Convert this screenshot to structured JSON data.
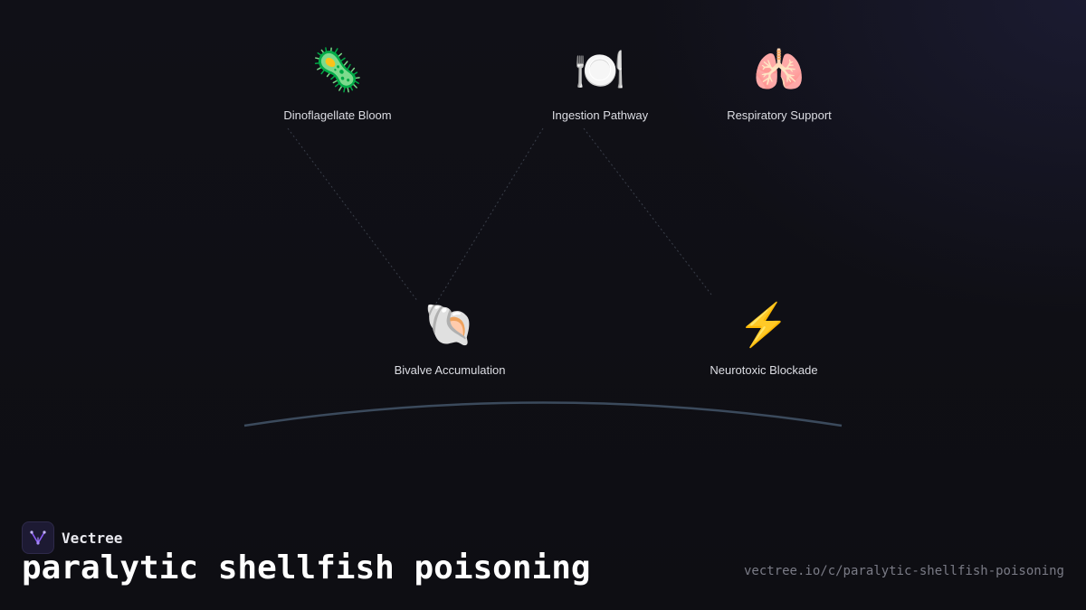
{
  "brand": {
    "name": "Vectree"
  },
  "page": {
    "title": "paralytic shellfish poisoning",
    "url": "vectree.io/c/paralytic-shellfish-poisoning"
  },
  "nodes": [
    {
      "label": "Dinoflagellate Bloom",
      "icon": "microbe-icon",
      "glyph": "🦠"
    },
    {
      "label": "Ingestion Pathway",
      "icon": "plate-fork-knife-icon",
      "glyph": "🍽️"
    },
    {
      "label": "Respiratory Support",
      "icon": "lungs-icon",
      "glyph": "🫁"
    },
    {
      "label": "Bivalve Accumulation",
      "icon": "spiral-shell-icon",
      "glyph": "🐚"
    },
    {
      "label": "Neurotoxic Blockade",
      "icon": "lightning-icon",
      "glyph": "⚡"
    }
  ],
  "colors": {
    "background": "#0f0f14",
    "connector": "#3a3f4a",
    "arc": "#3b4a5c",
    "label": "#dcdde3",
    "url": "#7a7b86",
    "brand_accent": "#8b5cf6"
  }
}
